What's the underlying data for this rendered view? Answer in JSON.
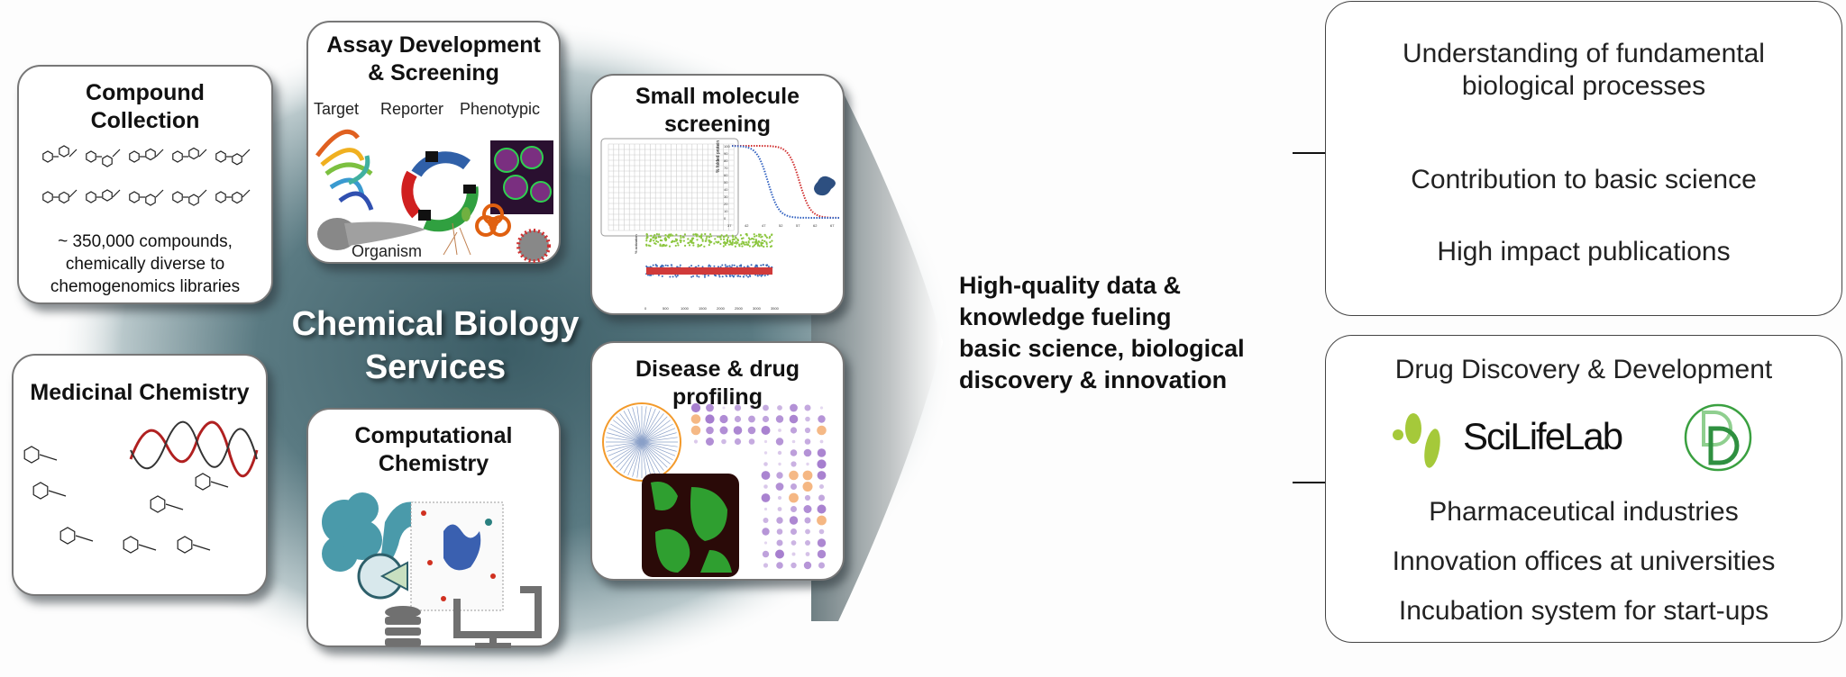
{
  "center": {
    "title_line1": "Chemical Biology",
    "title_line2": "Services"
  },
  "cards": {
    "compound": {
      "title_line1": "Compound",
      "title_line2": "Collection",
      "desc": [
        "~ 350,000 compounds,",
        "chemically diverse to",
        "chemogenomics libraries"
      ]
    },
    "assay": {
      "title_line1": "Assay Development",
      "title_line2": "& Screening",
      "labels": {
        "target": "Target",
        "reporter": "Reporter",
        "phenotypic": "Phenotypic",
        "organism": "Organism"
      }
    },
    "small_molecule": {
      "title_line1": "Small molecule",
      "title_line2": "screening",
      "curve_ylabel": "% folded protein",
      "curve_yticks": [
        "100",
        "90",
        "80",
        "70",
        "60",
        "50",
        "40",
        "30",
        "20",
        "10",
        "0"
      ],
      "curve_xticks": [
        "37",
        "42",
        "47",
        "52",
        "57",
        "62",
        "67"
      ],
      "scatter_ylabel": "% activation",
      "scatter_xticks": [
        "0",
        "500",
        "1000",
        "1500",
        "2000",
        "2500",
        "3000",
        "3500"
      ]
    },
    "medicinal": {
      "title": "Medicinal Chemistry"
    },
    "computational": {
      "title_line1": "Computational",
      "title_line2": "Chemistry"
    },
    "disease": {
      "title_line1": "Disease & drug",
      "title_line2": "profiling"
    }
  },
  "outcome_statement": [
    "High-quality data &",
    "knowledge fueling",
    "basic science, biological",
    "discovery & innovation"
  ],
  "outcomes": {
    "basic_science": {
      "heading_line1": "Understanding of fundamental",
      "heading_line2": "biological processes",
      "items": [
        "Contribution to basic science",
        "High impact publications"
      ]
    },
    "drug_discovery": {
      "heading": "Drug Discovery & Development",
      "logo_text": "SciLifeLab",
      "items": [
        "Pharmaceutical industries",
        "Innovation offices at universities",
        "Incubation system for start-ups"
      ]
    }
  },
  "colors": {
    "teal_dark": "#0f4f5a",
    "backdrop": "#5d7c83",
    "arrow_gray": "#9a9a9a",
    "scilifelab_green": "#a5c93a"
  }
}
